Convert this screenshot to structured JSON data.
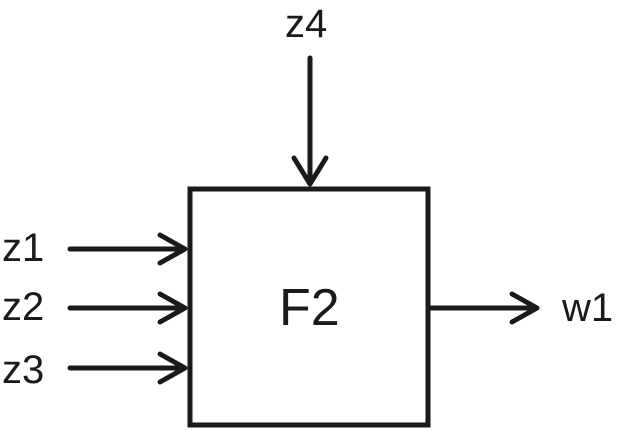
{
  "diagram": {
    "block": {
      "label": "F2"
    },
    "inputs": [
      {
        "label": "z1"
      },
      {
        "label": "z2"
      },
      {
        "label": "z3"
      },
      {
        "label": "z4"
      }
    ],
    "outputs": [
      {
        "label": "w1"
      }
    ],
    "colors": {
      "stroke": "#1a1a1a",
      "background": "#ffffff"
    }
  }
}
